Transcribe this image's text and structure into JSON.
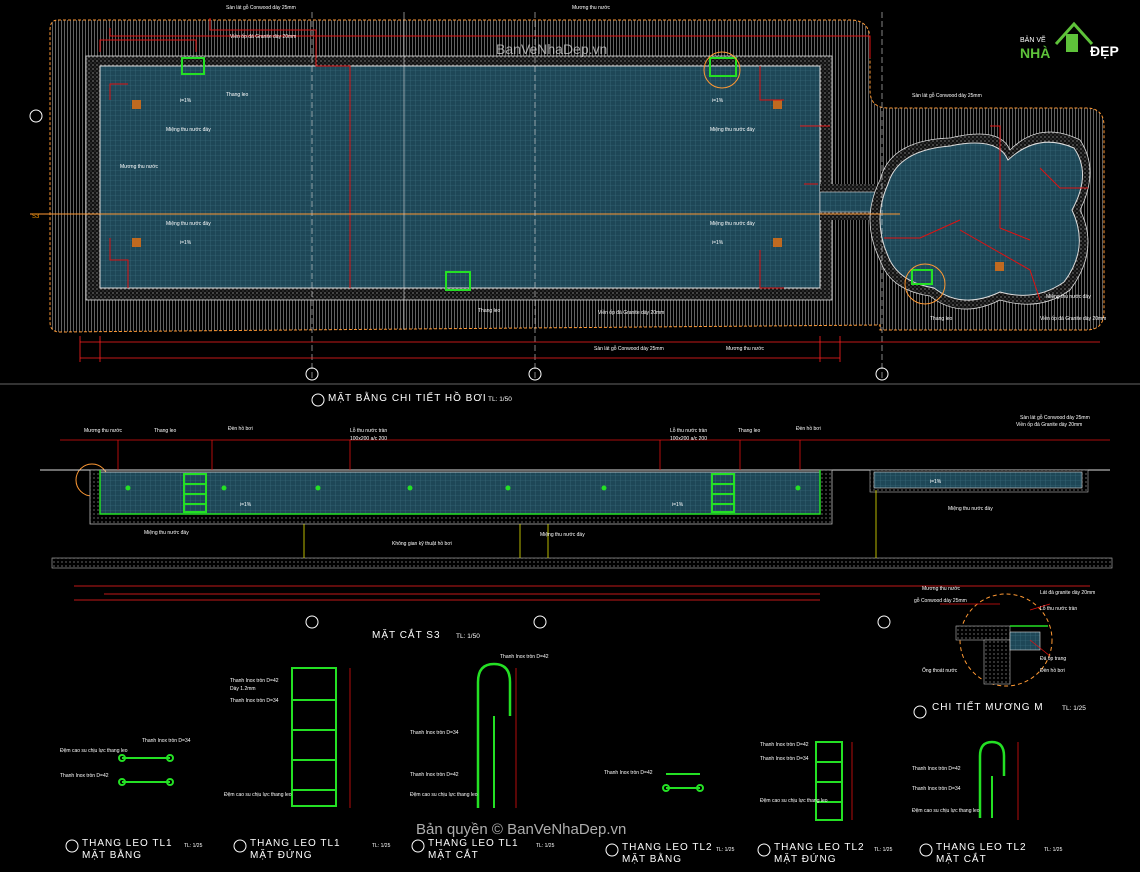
{
  "watermark": {
    "site_top": "BanVeNhaDep.vn",
    "site_bottom": "Bản quyền © BanVeNhaDep.vn",
    "logo_line1": "BẢN VẼ",
    "logo_line2": "NHÀ",
    "logo_line3": "ĐẸP"
  },
  "plan": {
    "title": "MẶT BẰNG CHI TIẾT HỒ BƠI",
    "scale": "TL: 1/50",
    "notes": {
      "deck_wood": "Sàn lát gỗ Conwood dày 25mm",
      "granite_border": "Viền ốp đá Granite dày 20mm",
      "gutter": "Mương thu nước",
      "ladder": "Thang leo",
      "floor_drain": "Miệng thu nước đáy",
      "deck_wood_right": "Sàn lát gỗ Conwood dày 25mm",
      "granite_right": "Viền ốp đá Granite dày 20mm",
      "gutter_bottom": "Mương thu nước",
      "deck_bottom": "Sàn lát gỗ Conwood dày 25mm",
      "granite_bottom": "Viền ốp đá Granite dày 20mm",
      "ladder_bottom": "Thang leo",
      "ladder_right": "Thang leo",
      "drain_right": "Miệng thu nước đáy"
    },
    "slope": "i=1%",
    "section_mark": "S3"
  },
  "section": {
    "title": "MẶT CẮT S3",
    "scale": "TL: 1/50",
    "notes": {
      "gutter": "Mương thu nước",
      "ladder_left": "Thang leo",
      "light_left": "Đèn hồ bơi",
      "overflow_left": "Lỗ thu nước tràn",
      "overflow_left_size": "100x200 a/c 200",
      "ladder_right": "Thang leo",
      "light_right": "Đèn hồ bơi",
      "overflow_right": "Lỗ thu nước tràn",
      "overflow_right_size": "100x200 a/c 200",
      "deck_wood": "Sàn lát gỗ Conwood dày 25mm",
      "granite": "Viền ốp đá Granite dày 20mm",
      "drain_left": "Miệng thu nước đáy",
      "drain_right": "Miệng thu nước đáy",
      "tech_space": "Không gian kỹ thuật hồ bơi"
    },
    "slope": "i=1%"
  },
  "gutter_detail": {
    "title": "CHI TIẾT MƯƠNG M",
    "scale": "TL: 1/25",
    "notes": {
      "gutter": "Mương thu nước",
      "wood": "gỗ Conwood dày 25mm",
      "granite": "Lát đá granite dày 20mm",
      "hole": "Lỗ thu nước tràn",
      "pipe": "Ống thoát nước",
      "light": "Đèn hồ bơi",
      "stone": "Đá ốp trang"
    }
  },
  "ladders": [
    {
      "title": "THANG LEO TL1",
      "sub": "MẶT BẰNG",
      "scale": "TL: 1/25"
    },
    {
      "title": "THANG LEO TL1",
      "sub": "MẶT ĐỨNG",
      "scale": "TL: 1/25"
    },
    {
      "title": "THANG LEO TL1",
      "sub": "MẶT CẮT",
      "scale": "TL: 1/25"
    },
    {
      "title": "THANG LEO TL2",
      "sub": "MẶT BẰNG",
      "scale": "TL: 1/25"
    },
    {
      "title": "THANG LEO TL2",
      "sub": "MẶT ĐỨNG",
      "scale": "TL: 1/25"
    },
    {
      "title": "THANG LEO TL2",
      "sub": "MẶT CẮT",
      "scale": "TL: 1/25"
    }
  ],
  "ladder_notes": {
    "bar42": "Thanh Inox tròn D=42",
    "thick12": "Dày 1.2mm",
    "bar34": "Thanh Inox tròn D=34",
    "base": "Đệm cao su chịu lực thang leo"
  },
  "colors": {
    "water": "#1e4757",
    "grid": "#3e7180",
    "deck": "#9a9a9a",
    "dim": "#ff2020",
    "green": "#24e024",
    "orange": "#ff9900",
    "logo_green": "#5ec23a"
  }
}
